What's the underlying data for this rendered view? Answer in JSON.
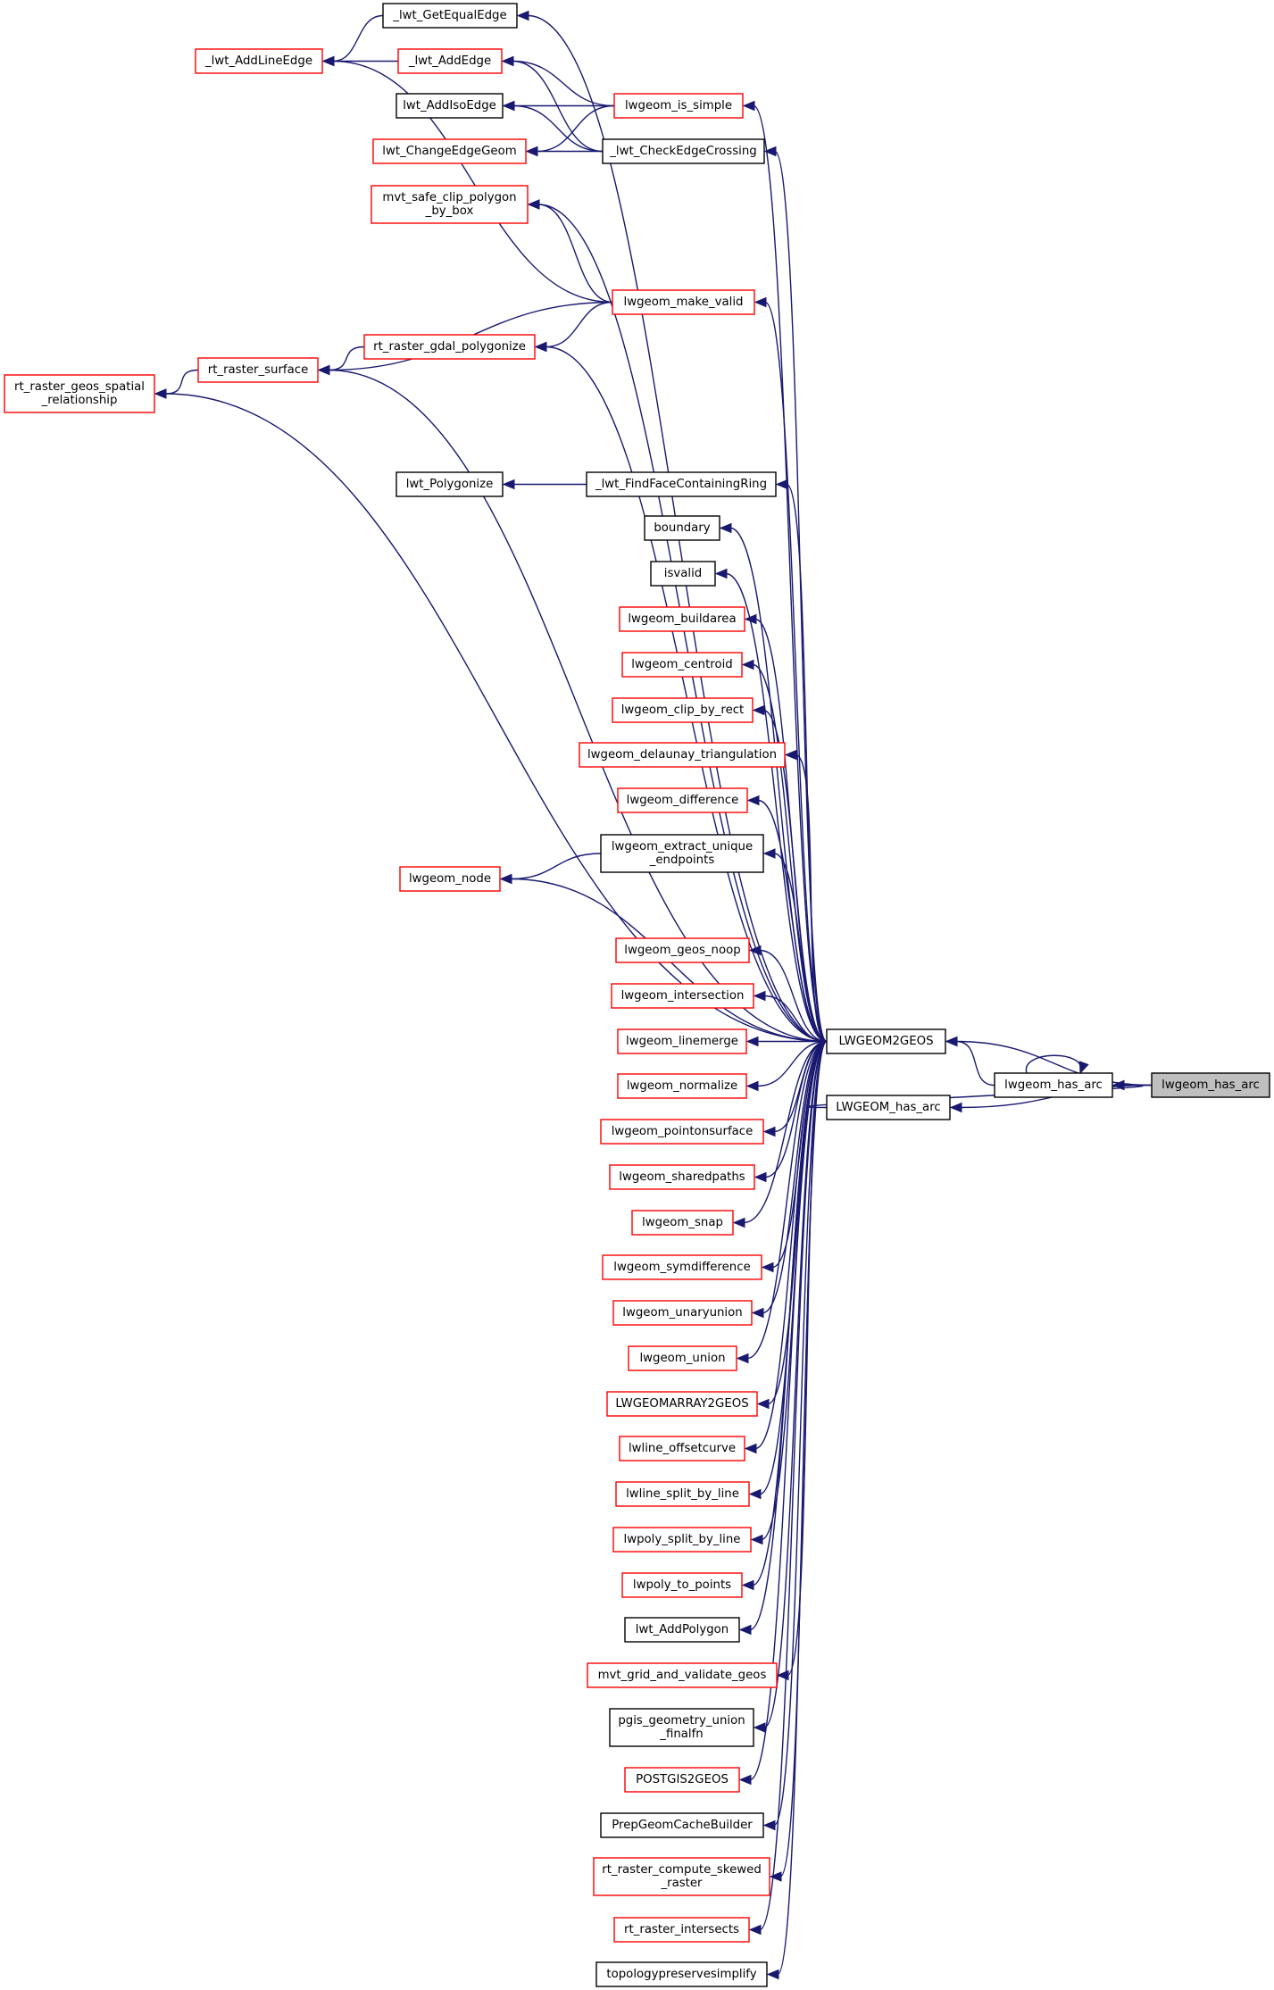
{
  "colors": {
    "edge": "#191970",
    "border_linked": "#000000",
    "border_truncated": "#ff0000",
    "focus_fill": "#bfbfbf"
  },
  "nodes": [
    {
      "id": "lwgeom_has_arc_focus",
      "lines": [
        "lwgeom_has_arc"
      ],
      "border": "black",
      "focus": true
    },
    {
      "id": "lwgeom_has_arc",
      "lines": [
        "lwgeom_has_arc"
      ],
      "border": "black"
    },
    {
      "id": "LWGEOM_has_arc",
      "lines": [
        "LWGEOM_has_arc"
      ],
      "border": "black"
    },
    {
      "id": "LWGEOM2GEOS",
      "lines": [
        "LWGEOM2GEOS"
      ],
      "border": "black"
    },
    {
      "id": "_lwt_GetEqualEdge",
      "lines": [
        "_lwt_GetEqualEdge"
      ],
      "border": "black"
    },
    {
      "id": "_lwt_AddLineEdge",
      "lines": [
        "_lwt_AddLineEdge"
      ],
      "border": "red"
    },
    {
      "id": "_lwt_AddEdge",
      "lines": [
        "_lwt_AddEdge"
      ],
      "border": "red"
    },
    {
      "id": "lwgeom_is_simple",
      "lines": [
        "lwgeom_is_simple"
      ],
      "border": "red"
    },
    {
      "id": "lwt_AddIsoEdge",
      "lines": [
        "lwt_AddIsoEdge"
      ],
      "border": "black"
    },
    {
      "id": "lwt_ChangeEdgeGeom",
      "lines": [
        "lwt_ChangeEdgeGeom"
      ],
      "border": "red"
    },
    {
      "id": "_lwt_CheckEdgeCrossing",
      "lines": [
        "_lwt_CheckEdgeCrossing"
      ],
      "border": "black"
    },
    {
      "id": "mvt_safe_clip_polygon_by_box",
      "lines": [
        "mvt_safe_clip_polygon",
        "_by_box"
      ],
      "border": "red"
    },
    {
      "id": "lwgeom_make_valid",
      "lines": [
        "lwgeom_make_valid"
      ],
      "border": "red"
    },
    {
      "id": "rt_raster_gdal_polygonize",
      "lines": [
        "rt_raster_gdal_polygonize"
      ],
      "border": "red"
    },
    {
      "id": "rt_raster_surface",
      "lines": [
        "rt_raster_surface"
      ],
      "border": "red"
    },
    {
      "id": "rt_raster_geos_spatial_relationship",
      "lines": [
        "rt_raster_geos_spatial",
        "_relationship"
      ],
      "border": "red"
    },
    {
      "id": "lwt_Polygonize",
      "lines": [
        "lwt_Polygonize"
      ],
      "border": "black"
    },
    {
      "id": "_lwt_FindFaceContainingRing",
      "lines": [
        "_lwt_FindFaceContainingRing"
      ],
      "border": "black"
    },
    {
      "id": "boundary",
      "lines": [
        "boundary"
      ],
      "border": "black"
    },
    {
      "id": "isvalid",
      "lines": [
        "isvalid"
      ],
      "border": "black"
    },
    {
      "id": "lwgeom_buildarea",
      "lines": [
        "lwgeom_buildarea"
      ],
      "border": "red"
    },
    {
      "id": "lwgeom_centroid",
      "lines": [
        "lwgeom_centroid"
      ],
      "border": "red"
    },
    {
      "id": "lwgeom_clip_by_rect",
      "lines": [
        "lwgeom_clip_by_rect"
      ],
      "border": "red"
    },
    {
      "id": "lwgeom_delaunay_triangulation",
      "lines": [
        "lwgeom_delaunay_triangulation"
      ],
      "border": "red"
    },
    {
      "id": "lwgeom_difference",
      "lines": [
        "lwgeom_difference"
      ],
      "border": "red"
    },
    {
      "id": "lwgeom_extract_unique_endpoints",
      "lines": [
        "lwgeom_extract_unique",
        "_endpoints"
      ],
      "border": "black"
    },
    {
      "id": "lwgeom_node",
      "lines": [
        "lwgeom_node"
      ],
      "border": "red"
    },
    {
      "id": "lwgeom_geos_noop",
      "lines": [
        "lwgeom_geos_noop"
      ],
      "border": "red"
    },
    {
      "id": "lwgeom_intersection",
      "lines": [
        "lwgeom_intersection"
      ],
      "border": "red"
    },
    {
      "id": "lwgeom_linemerge",
      "lines": [
        "lwgeom_linemerge"
      ],
      "border": "red"
    },
    {
      "id": "lwgeom_normalize",
      "lines": [
        "lwgeom_normalize"
      ],
      "border": "red"
    },
    {
      "id": "lwgeom_pointonsurface",
      "lines": [
        "lwgeom_pointonsurface"
      ],
      "border": "red"
    },
    {
      "id": "lwgeom_sharedpaths",
      "lines": [
        "lwgeom_sharedpaths"
      ],
      "border": "red"
    },
    {
      "id": "lwgeom_snap",
      "lines": [
        "lwgeom_snap"
      ],
      "border": "red"
    },
    {
      "id": "lwgeom_symdifference",
      "lines": [
        "lwgeom_symdifference"
      ],
      "border": "red"
    },
    {
      "id": "lwgeom_unaryunion",
      "lines": [
        "lwgeom_unaryunion"
      ],
      "border": "red"
    },
    {
      "id": "lwgeom_union",
      "lines": [
        "lwgeom_union"
      ],
      "border": "red"
    },
    {
      "id": "LWGEOMARRAY2GEOS",
      "lines": [
        "LWGEOMARRAY2GEOS"
      ],
      "border": "red"
    },
    {
      "id": "lwline_offsetcurve",
      "lines": [
        "lwline_offsetcurve"
      ],
      "border": "red"
    },
    {
      "id": "lwline_split_by_line",
      "lines": [
        "lwline_split_by_line"
      ],
      "border": "red"
    },
    {
      "id": "lwpoly_split_by_line",
      "lines": [
        "lwpoly_split_by_line"
      ],
      "border": "red"
    },
    {
      "id": "lwpoly_to_points",
      "lines": [
        "lwpoly_to_points"
      ],
      "border": "red"
    },
    {
      "id": "lwt_AddPolygon",
      "lines": [
        "lwt_AddPolygon"
      ],
      "border": "black"
    },
    {
      "id": "mvt_grid_and_validate_geos",
      "lines": [
        "mvt_grid_and_validate_geos"
      ],
      "border": "red"
    },
    {
      "id": "pgis_geometry_union_finalfn",
      "lines": [
        "pgis_geometry_union",
        "_finalfn"
      ],
      "border": "black"
    },
    {
      "id": "POSTGIS2GEOS",
      "lines": [
        "POSTGIS2GEOS"
      ],
      "border": "red"
    },
    {
      "id": "PrepGeomCacheBuilder",
      "lines": [
        "PrepGeomCacheBuilder"
      ],
      "border": "black"
    },
    {
      "id": "rt_raster_compute_skewed_raster",
      "lines": [
        "rt_raster_compute_skewed",
        "_raster"
      ],
      "border": "red"
    },
    {
      "id": "rt_raster_intersects",
      "lines": [
        "rt_raster_intersects"
      ],
      "border": "red"
    },
    {
      "id": "topologypreservesimplify",
      "lines": [
        "topologypreservesimplify"
      ],
      "border": "black"
    }
  ],
  "edges": [
    [
      "lwgeom_has_arc_focus",
      "lwgeom_has_arc"
    ],
    [
      "lwgeom_has_arc_focus",
      "LWGEOM2GEOS"
    ],
    [
      "lwgeom_has_arc_focus",
      "LWGEOM_has_arc"
    ],
    [
      "lwgeom_has_arc",
      "lwgeom_has_arc"
    ],
    [
      "lwgeom_has_arc",
      "LWGEOM2GEOS"
    ],
    [
      "LWGEOM_has_arc",
      "lwgeom_has_arc"
    ],
    [
      "LWGEOM2GEOS",
      "_lwt_GetEqualEdge"
    ],
    [
      "LWGEOM2GEOS",
      "lwgeom_is_simple"
    ],
    [
      "LWGEOM2GEOS",
      "_lwt_CheckEdgeCrossing"
    ],
    [
      "LWGEOM2GEOS",
      "mvt_safe_clip_polygon_by_box"
    ],
    [
      "LWGEOM2GEOS",
      "lwgeom_make_valid"
    ],
    [
      "LWGEOM2GEOS",
      "rt_raster_gdal_polygonize"
    ],
    [
      "LWGEOM2GEOS",
      "rt_raster_surface"
    ],
    [
      "LWGEOM2GEOS",
      "rt_raster_geos_spatial_relationship"
    ],
    [
      "LWGEOM2GEOS",
      "_lwt_FindFaceContainingRing"
    ],
    [
      "LWGEOM2GEOS",
      "boundary"
    ],
    [
      "LWGEOM2GEOS",
      "isvalid"
    ],
    [
      "LWGEOM2GEOS",
      "lwgeom_buildarea"
    ],
    [
      "LWGEOM2GEOS",
      "lwgeom_centroid"
    ],
    [
      "LWGEOM2GEOS",
      "lwgeom_clip_by_rect"
    ],
    [
      "LWGEOM2GEOS",
      "lwgeom_delaunay_triangulation"
    ],
    [
      "LWGEOM2GEOS",
      "lwgeom_difference"
    ],
    [
      "LWGEOM2GEOS",
      "lwgeom_extract_unique_endpoints"
    ],
    [
      "LWGEOM2GEOS",
      "lwgeom_node"
    ],
    [
      "LWGEOM2GEOS",
      "lwgeom_geos_noop"
    ],
    [
      "LWGEOM2GEOS",
      "lwgeom_intersection"
    ],
    [
      "LWGEOM2GEOS",
      "lwgeom_linemerge"
    ],
    [
      "LWGEOM2GEOS",
      "lwgeom_normalize"
    ],
    [
      "LWGEOM2GEOS",
      "lwgeom_pointonsurface"
    ],
    [
      "LWGEOM2GEOS",
      "lwgeom_sharedpaths"
    ],
    [
      "LWGEOM2GEOS",
      "lwgeom_snap"
    ],
    [
      "LWGEOM2GEOS",
      "lwgeom_symdifference"
    ],
    [
      "LWGEOM2GEOS",
      "lwgeom_unaryunion"
    ],
    [
      "LWGEOM2GEOS",
      "lwgeom_union"
    ],
    [
      "LWGEOM2GEOS",
      "LWGEOMARRAY2GEOS"
    ],
    [
      "LWGEOM2GEOS",
      "lwline_offsetcurve"
    ],
    [
      "LWGEOM2GEOS",
      "lwline_split_by_line"
    ],
    [
      "LWGEOM2GEOS",
      "lwpoly_split_by_line"
    ],
    [
      "LWGEOM2GEOS",
      "lwpoly_to_points"
    ],
    [
      "LWGEOM2GEOS",
      "lwt_AddPolygon"
    ],
    [
      "LWGEOM2GEOS",
      "mvt_grid_and_validate_geos"
    ],
    [
      "LWGEOM2GEOS",
      "pgis_geometry_union_finalfn"
    ],
    [
      "LWGEOM2GEOS",
      "POSTGIS2GEOS"
    ],
    [
      "LWGEOM2GEOS",
      "PrepGeomCacheBuilder"
    ],
    [
      "LWGEOM2GEOS",
      "rt_raster_compute_skewed_raster"
    ],
    [
      "LWGEOM2GEOS",
      "rt_raster_intersects"
    ],
    [
      "LWGEOM2GEOS",
      "topologypreservesimplify"
    ],
    [
      "_lwt_GetEqualEdge",
      "_lwt_AddLineEdge"
    ],
    [
      "_lwt_AddEdge",
      "_lwt_AddLineEdge"
    ],
    [
      "lwgeom_is_simple",
      "_lwt_AddEdge"
    ],
    [
      "lwgeom_is_simple",
      "lwt_AddIsoEdge"
    ],
    [
      "lwgeom_is_simple",
      "lwt_ChangeEdgeGeom"
    ],
    [
      "_lwt_CheckEdgeCrossing",
      "_lwt_AddEdge"
    ],
    [
      "_lwt_CheckEdgeCrossing",
      "lwt_AddIsoEdge"
    ],
    [
      "_lwt_CheckEdgeCrossing",
      "lwt_ChangeEdgeGeom"
    ],
    [
      "lwgeom_make_valid",
      "_lwt_AddLineEdge"
    ],
    [
      "lwgeom_make_valid",
      "mvt_safe_clip_polygon_by_box"
    ],
    [
      "lwgeom_make_valid",
      "rt_raster_gdal_polygonize"
    ],
    [
      "lwgeom_make_valid",
      "rt_raster_surface"
    ],
    [
      "rt_raster_gdal_polygonize",
      "rt_raster_surface"
    ],
    [
      "rt_raster_surface",
      "rt_raster_geos_spatial_relationship"
    ],
    [
      "_lwt_FindFaceContainingRing",
      "lwt_Polygonize"
    ],
    [
      "lwgeom_extract_unique_endpoints",
      "lwgeom_node"
    ]
  ]
}
